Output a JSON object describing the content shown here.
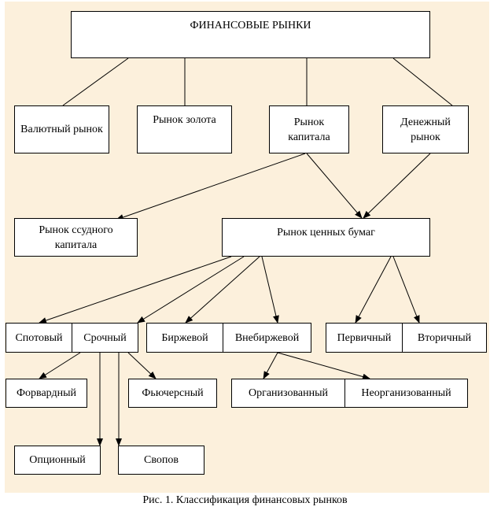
{
  "diagram": {
    "title": "ФИНАНСОВЫЕ РЫНКИ",
    "level1": {
      "currency": "Валютный рынок",
      "gold": "Рынок золота",
      "capital": "Рынок капитала",
      "money": "Денежный рынок"
    },
    "level2": {
      "loan_capital": "Рынок ссудного капитала",
      "securities": "Рынок ценных бумаг"
    },
    "level3": {
      "spot": "Спотовый",
      "futures_term": "Срочный",
      "exchange": "Биржевой",
      "otc": "Внебиржевой",
      "primary": "Первичный",
      "secondary": "Вторичный"
    },
    "level4": {
      "forward": "Форвардный",
      "futures": "Фьючерсный",
      "organized": "Организованный",
      "unorganized": "Неорганизованный"
    },
    "level5": {
      "option": "Опционный",
      "swap": "Свопов"
    },
    "caption": "Рис. 1.  Классификация финансовых рынков"
  }
}
